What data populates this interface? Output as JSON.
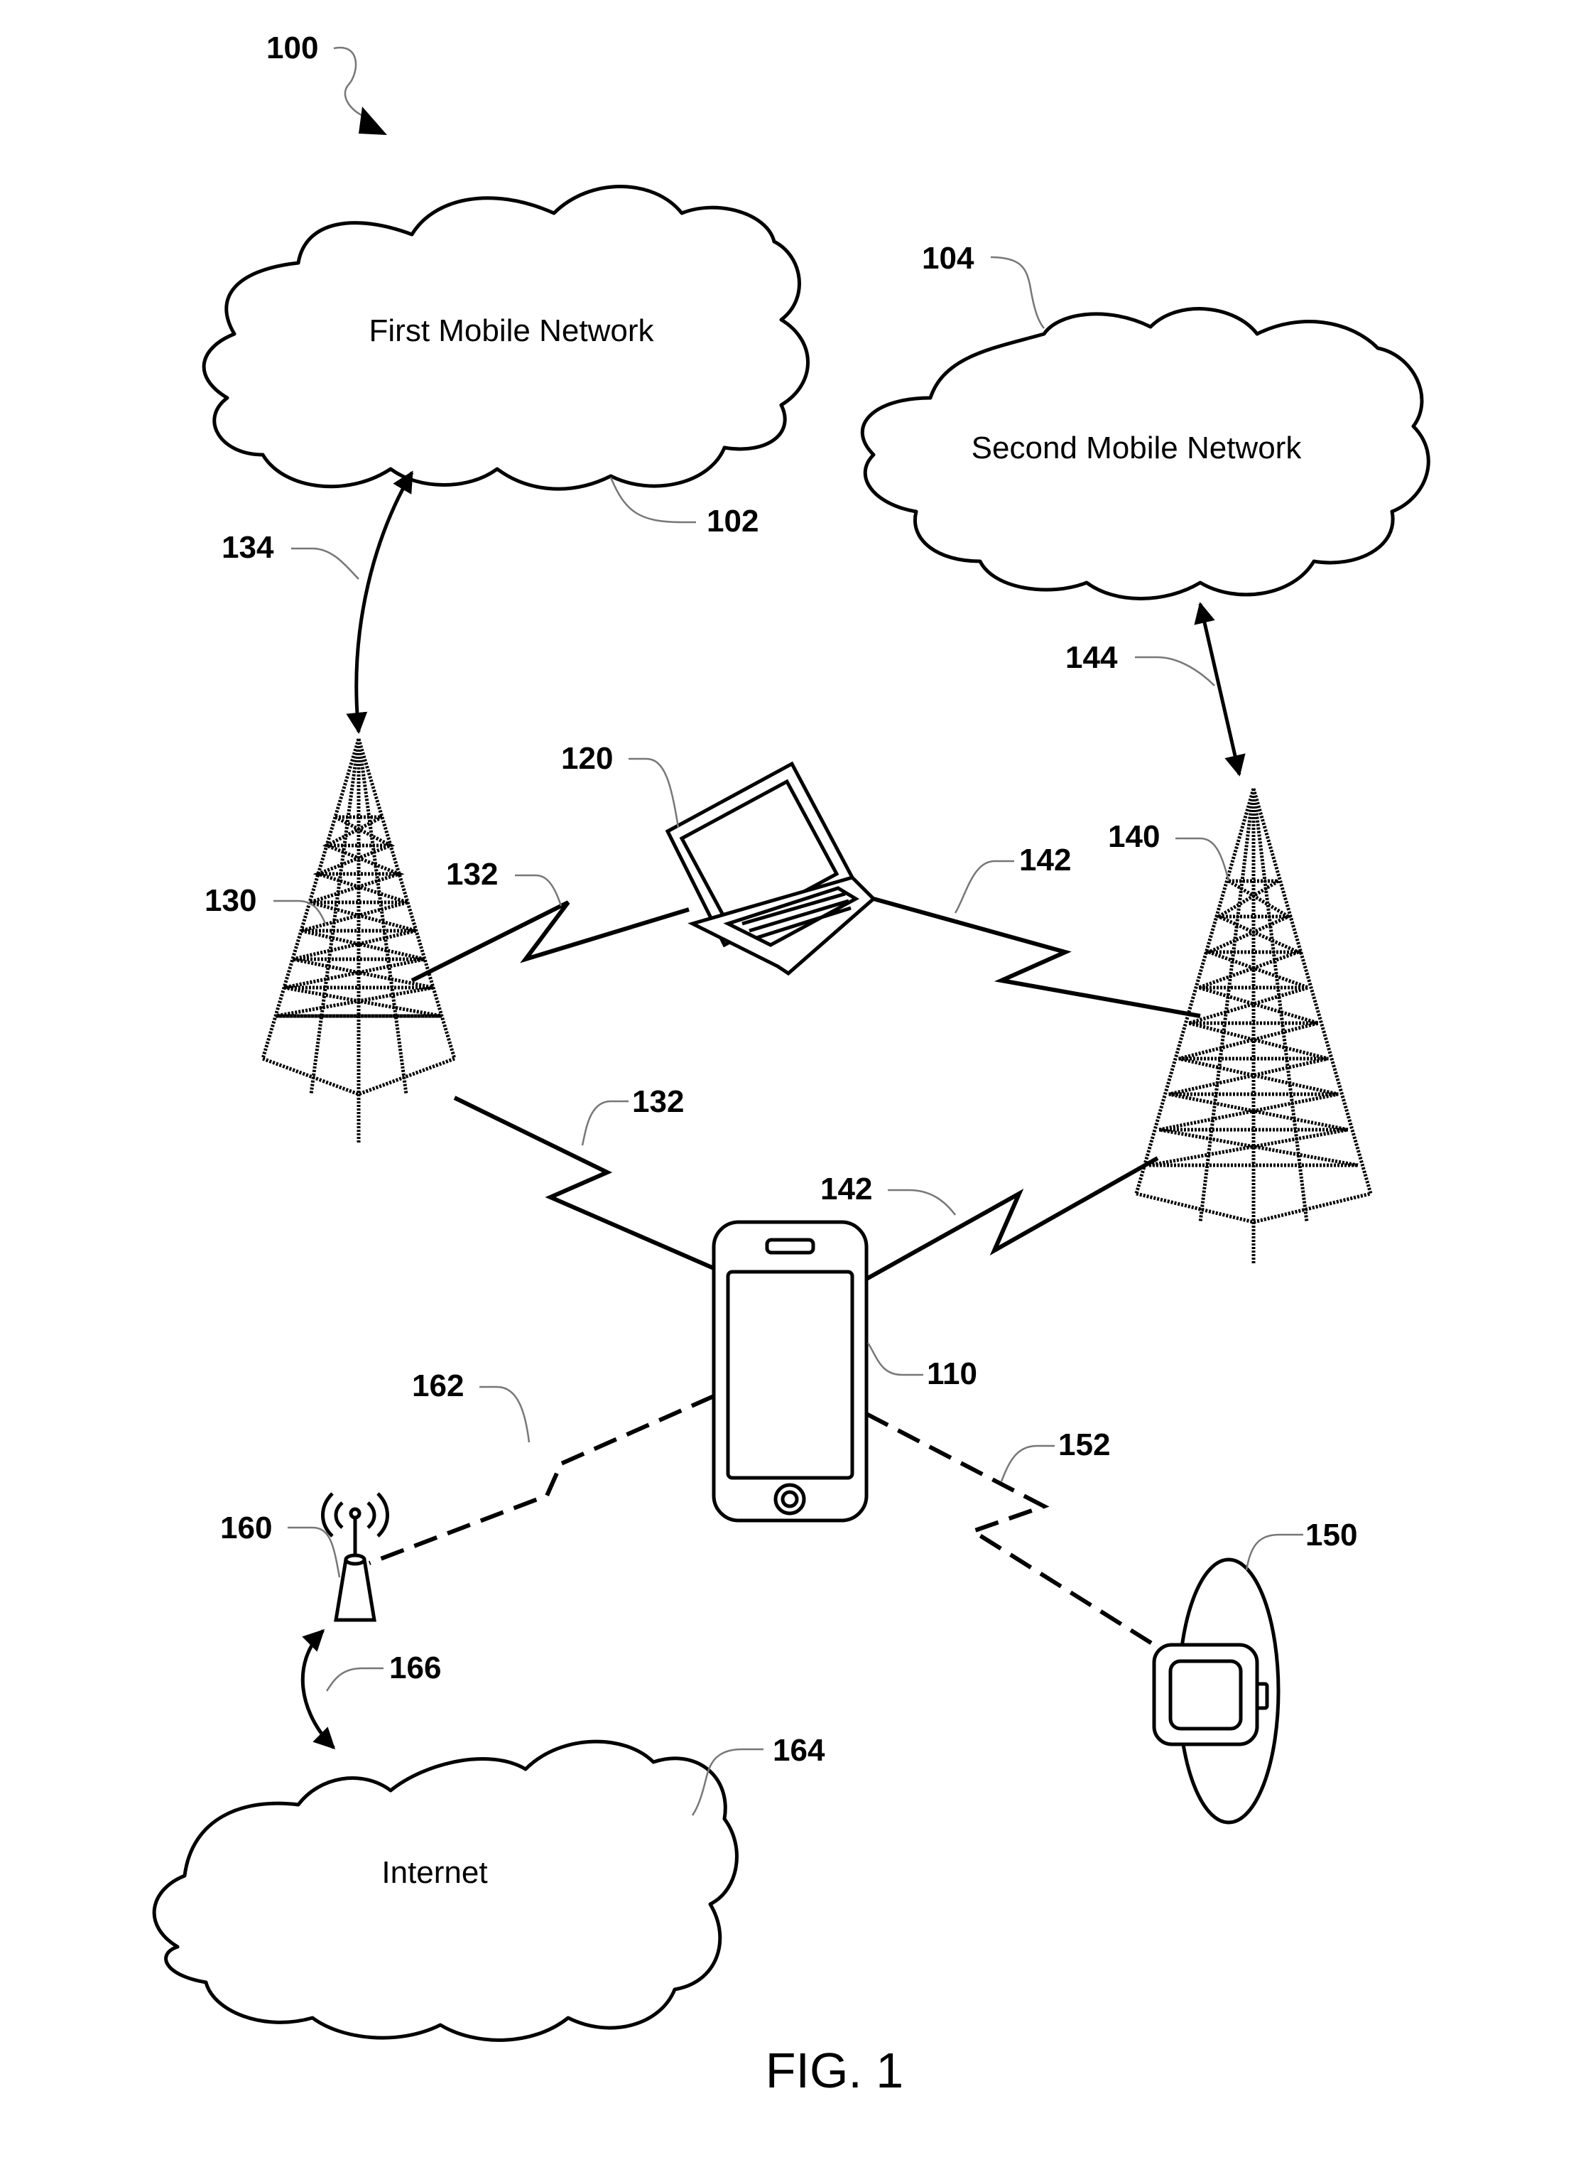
{
  "figure_label": "FIG. 1",
  "system": {
    "ref": "100"
  },
  "networks": {
    "first": {
      "label": "First Mobile Network",
      "ref": "102"
    },
    "second": {
      "label": "Second Mobile Network",
      "ref": "104"
    },
    "internet": {
      "label": "Internet",
      "ref": "164"
    }
  },
  "devices": {
    "phone": {
      "ref": "110"
    },
    "laptop": {
      "ref": "120"
    },
    "tower1": {
      "ref": "130"
    },
    "tower2": {
      "ref": "140"
    },
    "watch": {
      "ref": "150"
    },
    "access_point": {
      "ref": "160"
    }
  },
  "links": {
    "tower1_laptop": {
      "ref": "132"
    },
    "tower1_phone": {
      "ref": "132"
    },
    "tower1_network": {
      "ref": "134"
    },
    "tower2_laptop": {
      "ref": "142"
    },
    "tower2_phone": {
      "ref": "142"
    },
    "tower2_network": {
      "ref": "144"
    },
    "phone_watch": {
      "ref": "152"
    },
    "phone_ap": {
      "ref": "162"
    },
    "ap_internet": {
      "ref": "166"
    }
  }
}
